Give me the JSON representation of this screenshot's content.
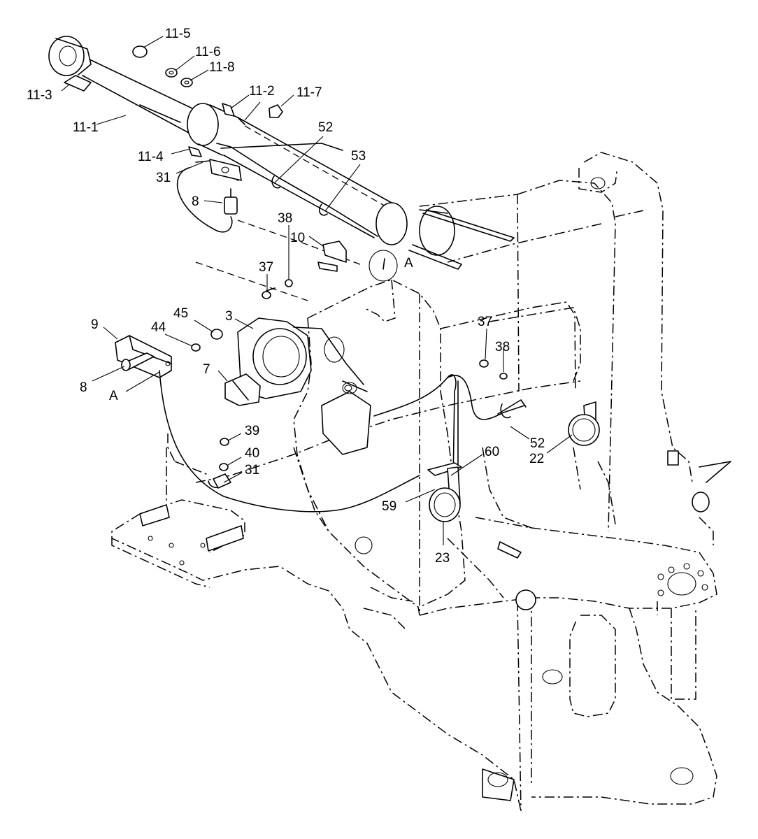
{
  "callouts": [
    {
      "id": "c-11-5",
      "text": "11-5"
    },
    {
      "id": "c-11-6",
      "text": "11-6"
    },
    {
      "id": "c-11-8",
      "text": "11-8"
    },
    {
      "id": "c-11-3",
      "text": "11-3"
    },
    {
      "id": "c-11-2",
      "text": "11-2"
    },
    {
      "id": "c-11-7",
      "text": "11-7"
    },
    {
      "id": "c-11-1",
      "text": "11-1"
    },
    {
      "id": "c-52a",
      "text": "52"
    },
    {
      "id": "c-53",
      "text": "53"
    },
    {
      "id": "c-11-4",
      "text": "11-4"
    },
    {
      "id": "c-31a",
      "text": "31"
    },
    {
      "id": "c-8a",
      "text": "8"
    },
    {
      "id": "c-38a",
      "text": "38"
    },
    {
      "id": "c-10",
      "text": "10"
    },
    {
      "id": "c-Aa",
      "text": "A"
    },
    {
      "id": "c-37a",
      "text": "37"
    },
    {
      "id": "c-45",
      "text": "45"
    },
    {
      "id": "c-3",
      "text": "3"
    },
    {
      "id": "c-9",
      "text": "9"
    },
    {
      "id": "c-44",
      "text": "44"
    },
    {
      "id": "c-37b",
      "text": "37"
    },
    {
      "id": "c-38b",
      "text": "38"
    },
    {
      "id": "c-7",
      "text": "7"
    },
    {
      "id": "c-8b",
      "text": "8"
    },
    {
      "id": "c-Ab",
      "text": "A"
    },
    {
      "id": "c-39",
      "text": "39"
    },
    {
      "id": "c-52b",
      "text": "52"
    },
    {
      "id": "c-22",
      "text": "22"
    },
    {
      "id": "c-40",
      "text": "40"
    },
    {
      "id": "c-31b",
      "text": "31"
    },
    {
      "id": "c-60",
      "text": "60"
    },
    {
      "id": "c-59",
      "text": "59"
    },
    {
      "id": "c-23",
      "text": "23"
    }
  ]
}
